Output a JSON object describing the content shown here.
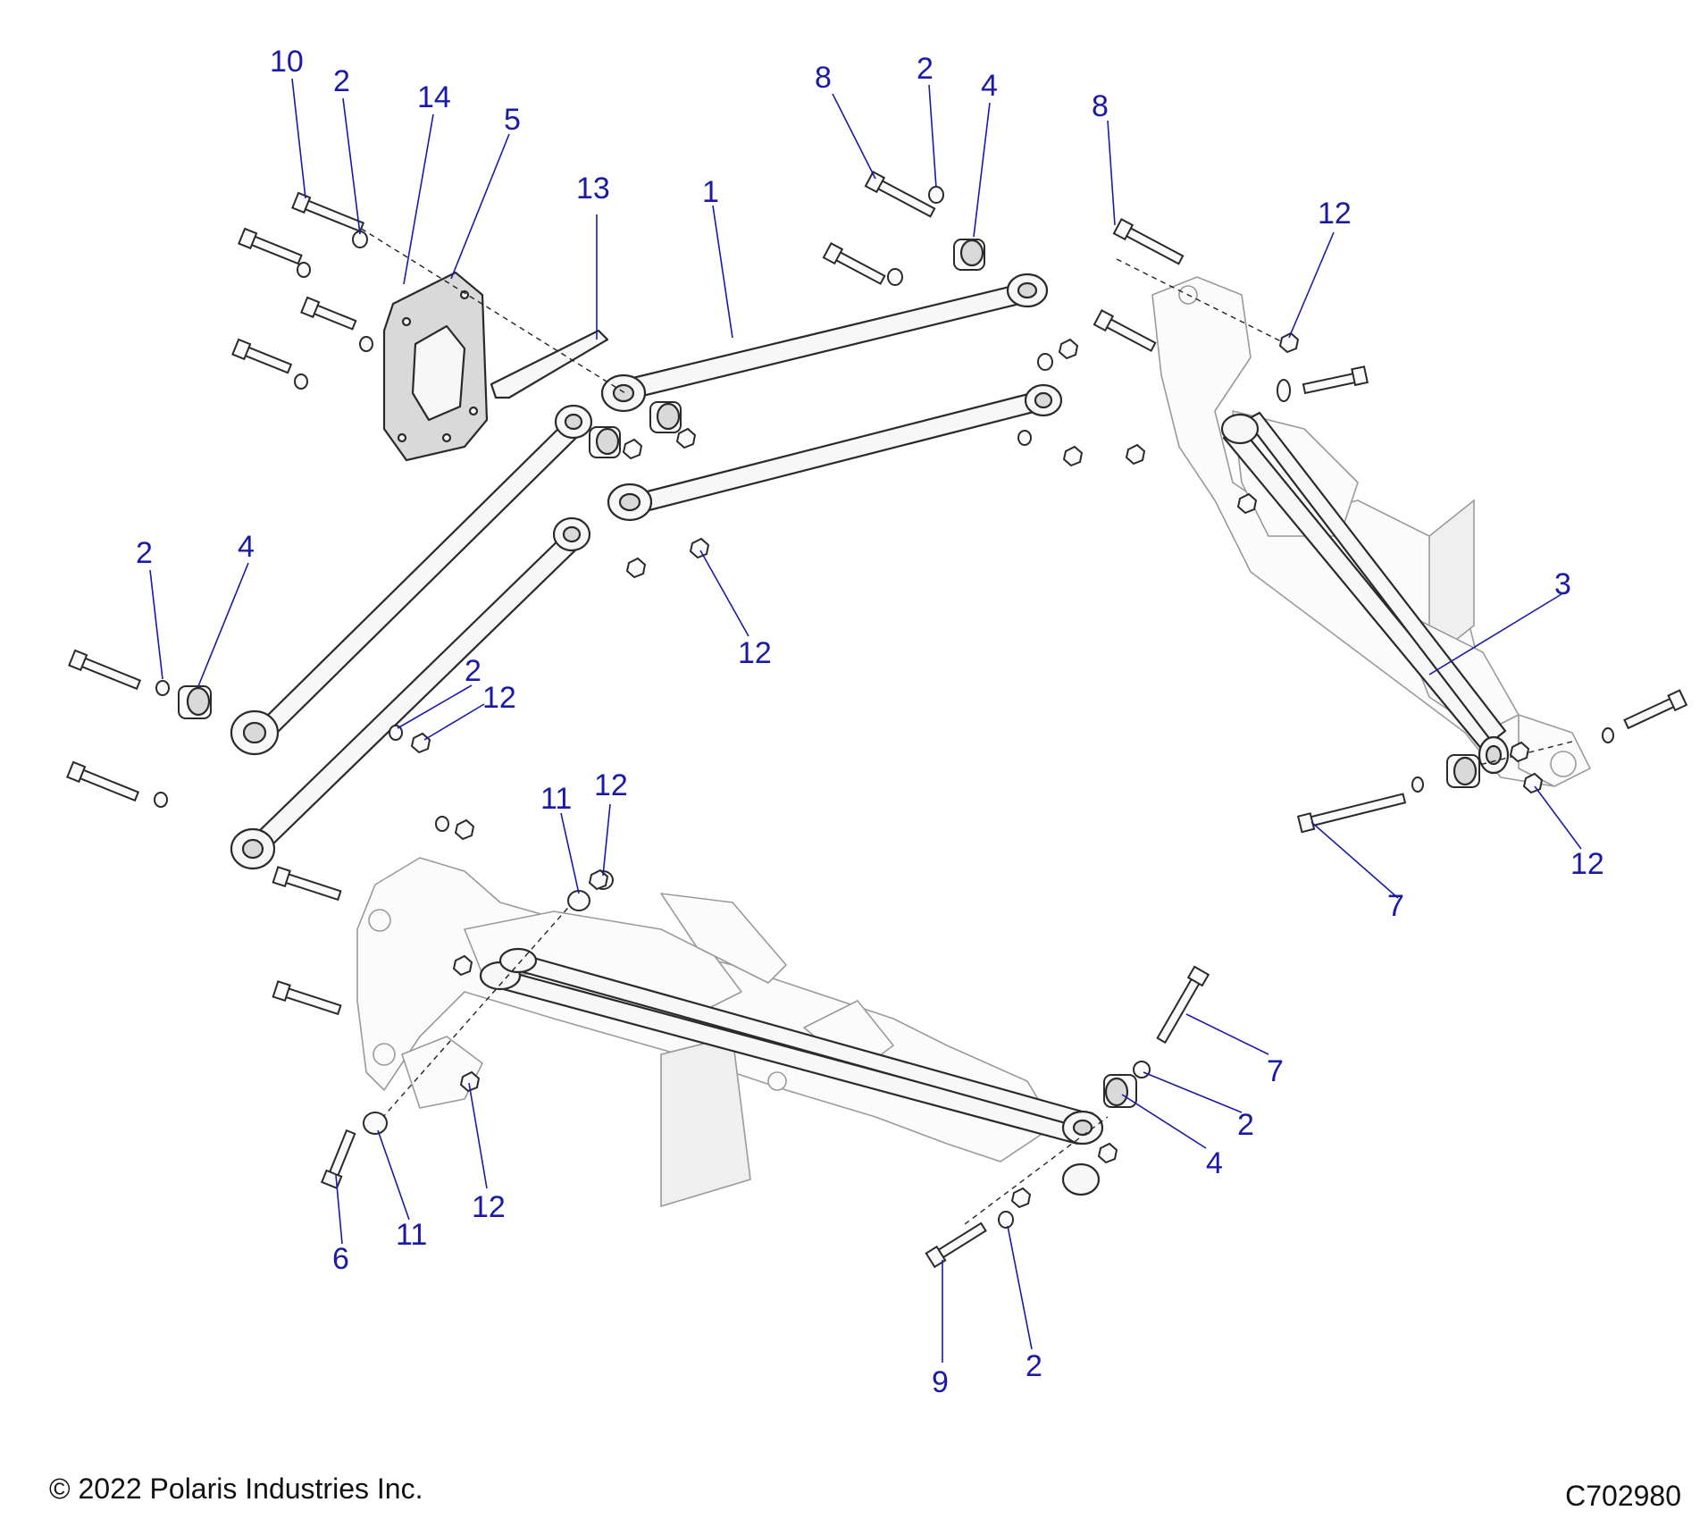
{
  "callouts": [
    "10",
    "2",
    "14",
    "5",
    "13",
    "1",
    "8",
    "2",
    "4",
    "8",
    "12",
    "2",
    "4",
    "2",
    "12",
    "12",
    "3",
    "11",
    "12",
    "12",
    "7",
    "7",
    "2",
    "4",
    "11",
    "6",
    "12",
    "9",
    "2"
  ],
  "footer": {
    "copyright": "© 2022 Polaris Industries Inc.",
    "figure_id": "C702980"
  },
  "colors": {
    "callout": "#1a1aa6",
    "line_art": "#2a2a2a",
    "ghost_art": "#9a9a9a"
  }
}
